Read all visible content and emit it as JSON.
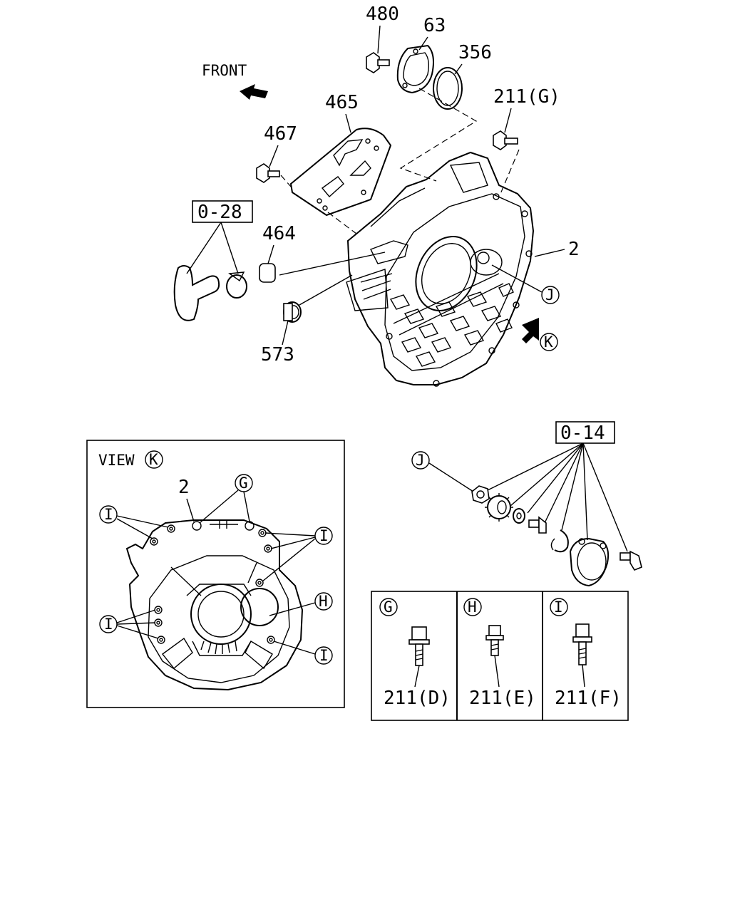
{
  "diagram": {
    "front_label": "FRONT",
    "part_labels": {
      "p480": "480",
      "p63": "63",
      "p356": "356",
      "p211g": "211(G)",
      "p465": "465",
      "p467": "467",
      "p464": "464",
      "p2_main": "2",
      "p573": "573"
    },
    "ref_boxes": {
      "ref_028": "0-28",
      "ref_014": "0-14"
    },
    "callouts": {
      "J_main": "J",
      "K_main": "K",
      "J_sub": "J"
    },
    "view_k": {
      "title": "VIEW",
      "title_circle": "K",
      "part2": "2",
      "G": "G",
      "H": "H",
      "I1": "I",
      "I2": "I",
      "I3": "I",
      "I4": "I"
    },
    "bolt_table": {
      "cols": [
        {
          "key": "G",
          "label": "211(D)"
        },
        {
          "key": "H",
          "label": "211(E)"
        },
        {
          "key": "I",
          "label": "211(F)"
        }
      ]
    }
  }
}
